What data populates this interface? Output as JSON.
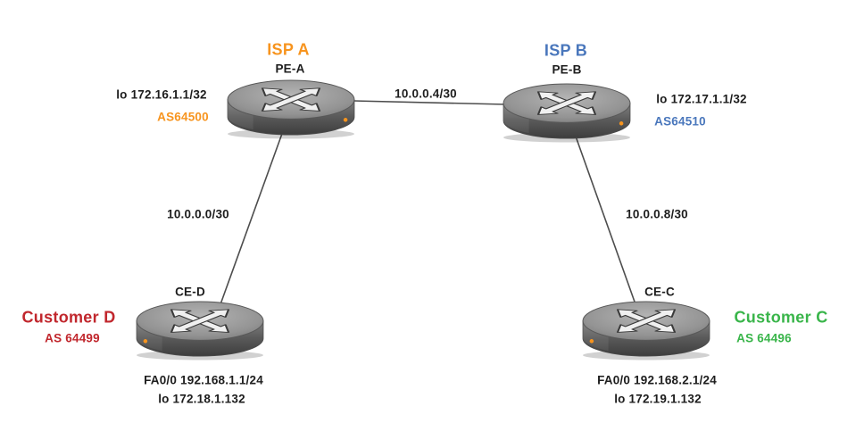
{
  "diagram_type": "network-topology",
  "palette": {
    "isp_a_orange": "#F7941E",
    "isp_b_blue": "#4A77BC",
    "customer_d_red": "#C1272D",
    "customer_c_green": "#39B54A",
    "label_black": "#1D1D1D",
    "link_line_gray": "#4D4D4D",
    "router_led_orange": "#F7941E"
  },
  "nodes": [
    {
      "hostname": "PE-A",
      "organization": "ISP A",
      "loopback": "lo 172.16.1.1/32",
      "asn": "AS64500",
      "color": "#F7941E"
    },
    {
      "hostname": "PE-B",
      "organization": "ISP B",
      "loopback": "lo 172.17.1.1/32",
      "asn": "AS64510",
      "color": "#4A77BC"
    },
    {
      "hostname": "CE-D",
      "organization": "Customer D",
      "asn": "AS 64499",
      "interface": "FA0/0 192.168.1.1/24",
      "loopback": "lo 172.18.1.132",
      "color": "#C1272D"
    },
    {
      "hostname": "CE-C",
      "organization": "Customer C",
      "asn": "AS 64496",
      "interface": "FA0/0 192.168.2.1/24",
      "loopback": "lo 172.19.1.132",
      "color": "#39B54A"
    }
  ],
  "links": [
    {
      "from": "PE-A",
      "to": "PE-B",
      "subnet": "10.0.0.4/30"
    },
    {
      "from": "PE-A",
      "to": "CE-D",
      "subnet": "10.0.0.0/30"
    },
    {
      "from": "PE-B",
      "to": "CE-C",
      "subnet": "10.0.0.8/30"
    }
  ]
}
